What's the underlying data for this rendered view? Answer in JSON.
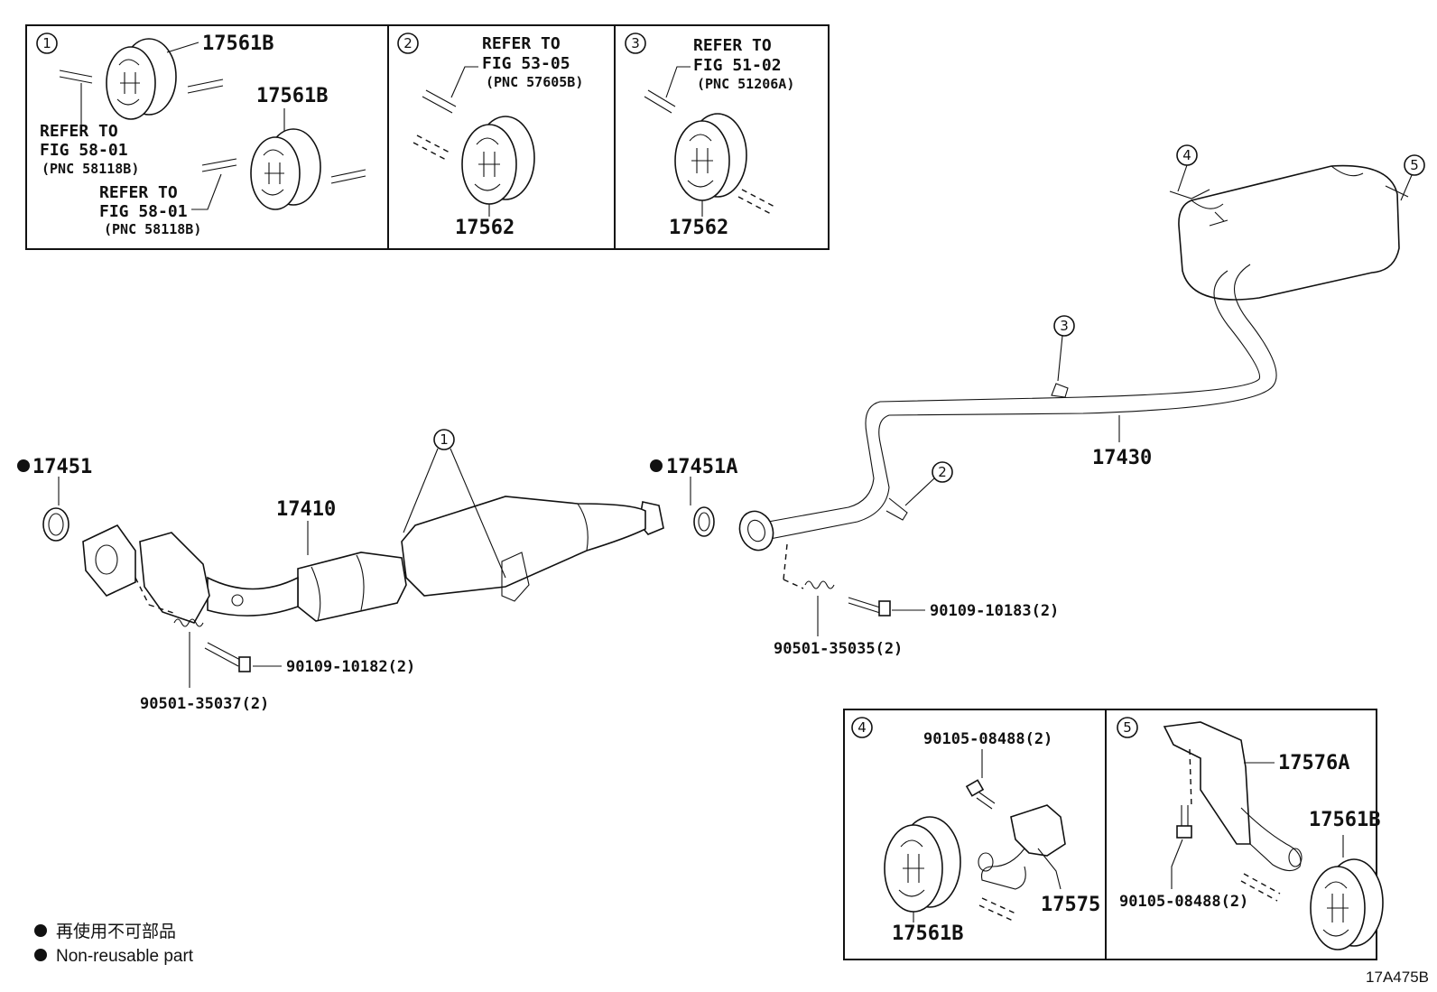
{
  "figure_code": "17A475B",
  "legend": [
    {
      "text": "再使用不可部品"
    },
    {
      "text": "Non-reusable part"
    }
  ],
  "callout_numbers": [
    "1",
    "2",
    "3",
    "4",
    "5"
  ],
  "panels": {
    "p1": {
      "number": "1",
      "part_top": "17561B",
      "part_mid": "17561B",
      "ref1": [
        "REFER TO",
        "FIG 58-01",
        "(PNC 58118B)"
      ],
      "ref2": [
        "REFER TO",
        "FIG 58-01",
        "(PNC 58118B)"
      ]
    },
    "p2": {
      "number": "2",
      "ref": [
        "REFER TO",
        "FIG 53-05",
        "(PNC 57605B)"
      ],
      "part": "17562"
    },
    "p3": {
      "number": "3",
      "ref": [
        "REFER TO",
        "FIG 51-02",
        "(PNC 51206A)"
      ],
      "part": "17562"
    },
    "p4": {
      "number": "4",
      "bolt": "90105-08488(2)",
      "hanger": "17561B",
      "bracket": "17575"
    },
    "p5": {
      "number": "5",
      "bracket": "17576A",
      "hanger": "17561B",
      "bolt": "90105-08488(2)"
    }
  },
  "main": {
    "gasket_front": "17451",
    "gasket_rear": "17451A",
    "front_pipe": "17410",
    "tail_pipe": "17430",
    "bolt_front": "90109-10182(2)",
    "spring_front": "90501-35037(2)",
    "bolt_rear": "90109-10183(2)",
    "spring_rear": "90501-35035(2)"
  }
}
